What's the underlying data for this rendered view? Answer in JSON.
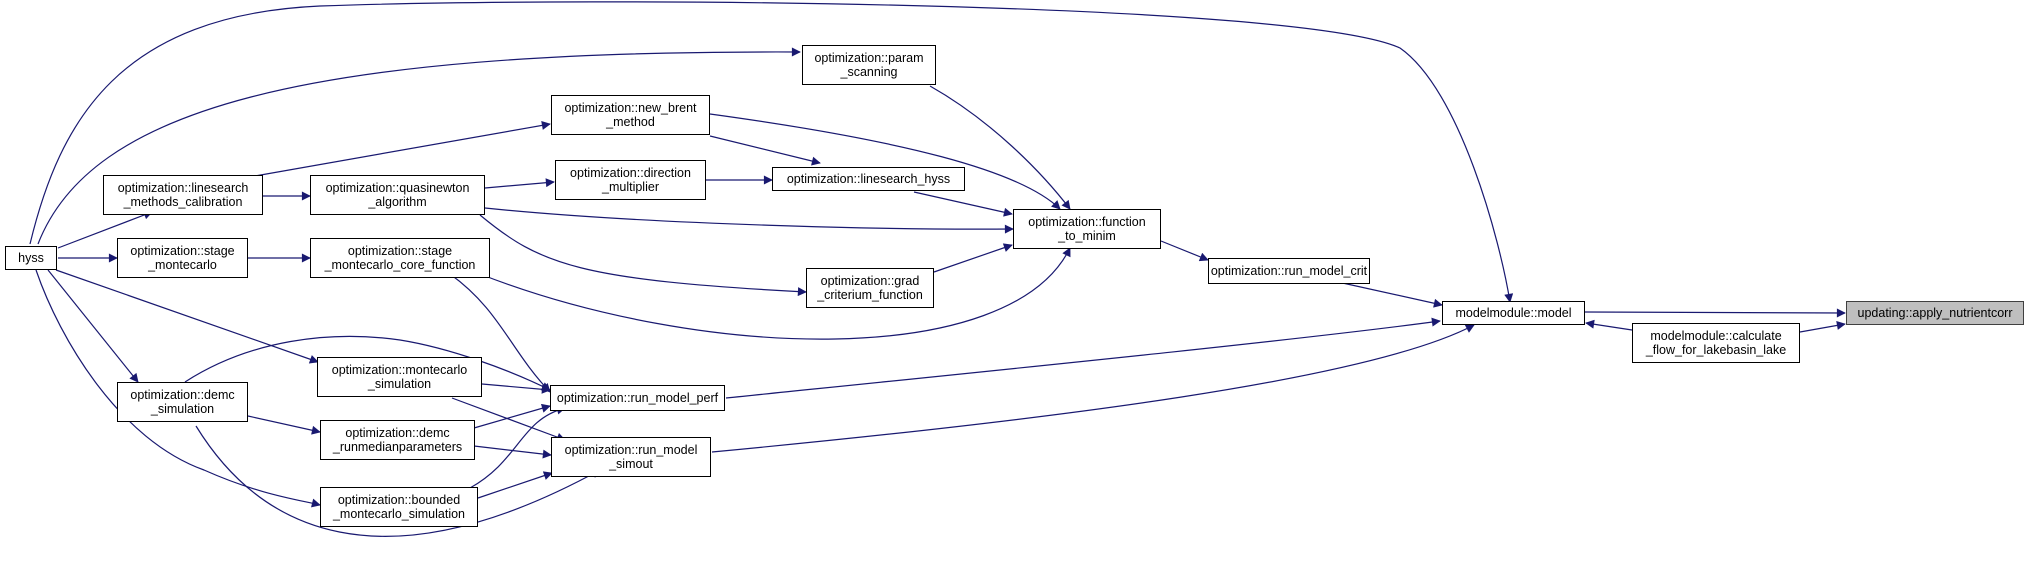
{
  "colors": {
    "edge": "#191970",
    "node_border": "#000000",
    "current_fill": "#bfbfbf"
  },
  "nodes": {
    "hyss": [
      "hyss"
    ],
    "ls_calib": [
      "optimization::linesearch",
      "_methods_calibration"
    ],
    "stage_mc": [
      "optimization::stage",
      "_montecarlo"
    ],
    "demc_sim": [
      "optimization::demc",
      "_simulation"
    ],
    "quasinewton": [
      "optimization::quasinewton",
      "_algorithm"
    ],
    "stage_core": [
      "optimization::stage",
      "_montecarlo_core_function"
    ],
    "mc_sim": [
      "optimization::montecarlo",
      "_simulation"
    ],
    "demc_runmed": [
      "optimization::demc",
      "_runmedianparameters"
    ],
    "bounded_mc": [
      "optimization::bounded",
      "_montecarlo_simulation"
    ],
    "param_scan": [
      "optimization::param",
      "_scanning"
    ],
    "new_brent": [
      "optimization::new_brent",
      "_method"
    ],
    "dir_mult": [
      "optimization::direction",
      "_multiplier"
    ],
    "ls_hyss": [
      "optimization::linesearch_hyss"
    ],
    "grad_crit": [
      "optimization::grad",
      "_criterium_function"
    ],
    "run_perf": [
      "optimization::run_model_perf"
    ],
    "run_simout": [
      "optimization::run_model",
      "_simout"
    ],
    "func_minim": [
      "optimization::function",
      "_to_minim"
    ],
    "run_crit": [
      "optimization::run_model_crit"
    ],
    "model": [
      "modelmodule::model"
    ],
    "calc_flow": [
      "modelmodule::calculate",
      "_flow_for_lakebasin_lake"
    ],
    "apply_nut": [
      "updating::apply_nutrientcorr"
    ]
  }
}
